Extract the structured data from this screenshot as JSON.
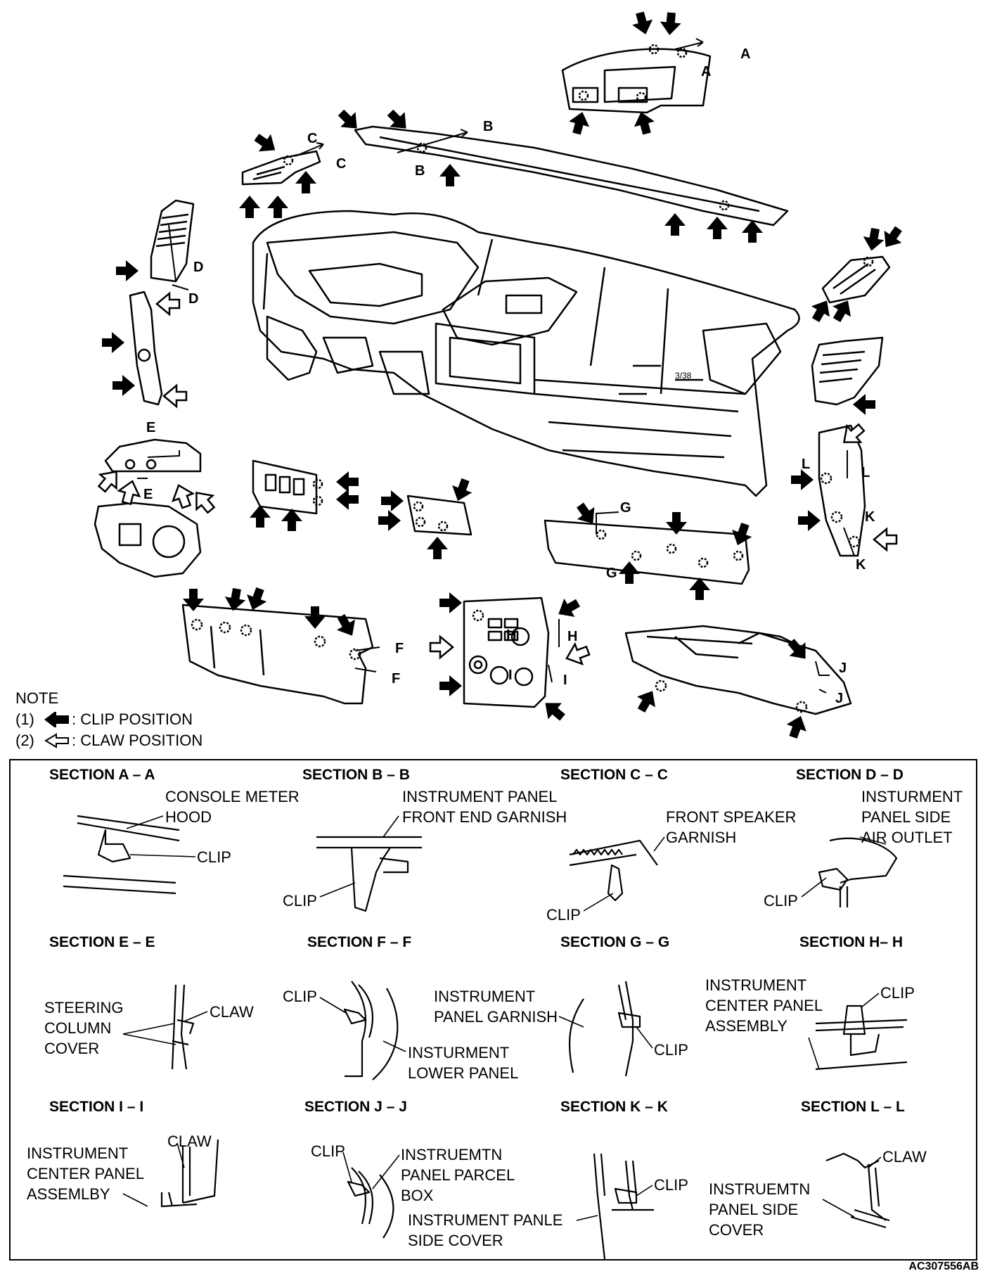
{
  "exploded_view": {
    "letters": {
      "A1": "A",
      "A2": "A",
      "B1": "B",
      "B2": "B",
      "C1": "C",
      "C2": "C",
      "D1": "D",
      "D2": "D",
      "E1": "E",
      "E2": "E",
      "F1": "F",
      "F2": "F",
      "G1": "G",
      "G2": "G",
      "H1": "H",
      "H2": "H",
      "I1": "I",
      "I2": "I",
      "J1": "J",
      "J2": "J",
      "K1": "K",
      "K2": "K",
      "L1": "L",
      "L2": "L"
    },
    "panel_code": "3/38"
  },
  "note": {
    "title": "NOTE",
    "item1_num": "(1)",
    "item1_text": ": CLIP POSITION",
    "item2_num": "(2)",
    "item2_text": ": CLAW POSITION",
    "clip_icon": "solid-arrow-icon",
    "claw_icon": "outline-arrow-icon"
  },
  "sections": {
    "aa": {
      "title": "SECTION A – A",
      "callouts": [
        "CONSOLE METER",
        "HOOD"
      ],
      "clip": "CLIP"
    },
    "bb": {
      "title": "SECTION B – B",
      "callouts": [
        "INSTRUMENT PANEL",
        "FRONT  END GARNISH"
      ],
      "clip": "CLIP"
    },
    "cc": {
      "title": "SECTION C – C",
      "callouts": [
        "FRONT SPEAKER",
        "GARNISH"
      ],
      "clip": "CLIP"
    },
    "dd": {
      "title": "SECTION D – D",
      "callouts": [
        "INSTURMENT",
        "PANEL SIDE",
        "AIR OUTLET"
      ],
      "clip": "CLIP"
    },
    "ee": {
      "title": "SECTION E – E",
      "callouts": [
        "STEERING",
        "COLUMN",
        "COVER"
      ],
      "claw": "CLAW"
    },
    "ff": {
      "title": "SECTION F – F",
      "callouts": [
        "INSTURMENT",
        "LOWER PANEL"
      ],
      "clip": "CLIP"
    },
    "gg": {
      "title": "SECTION G – G",
      "callouts": [
        "INSTRUMENT",
        "PANEL GARNISH"
      ],
      "clip": "CLIP"
    },
    "hh": {
      "title": "SECTION H– H",
      "callouts": [
        "INSTRUMENT",
        "CENTER PANEL",
        "ASSEMBLY"
      ],
      "clip": "CLIP"
    },
    "ii": {
      "title": "SECTION I – I",
      "callouts": [
        "INSTRUMENT",
        "CENTER PANEL",
        "ASSEMLBY"
      ],
      "claw": "CLAW"
    },
    "jj": {
      "title": "SECTION J – J",
      "callouts": [
        "INSTRUEMTN",
        "PANEL PARCEL",
        "BOX"
      ],
      "callouts2": [
        "INSTRUMENT PANLE",
        "SIDE COVER"
      ],
      "clip": "CLIP"
    },
    "kk": {
      "title": "SECTION K – K",
      "clip": "CLIP"
    },
    "ll": {
      "title": "SECTION L – L",
      "callouts": [
        "INSTRUEMTN",
        "PANEL SIDE",
        "COVER"
      ],
      "claw": "CLAW"
    }
  },
  "reference_code": "AC307556AB"
}
